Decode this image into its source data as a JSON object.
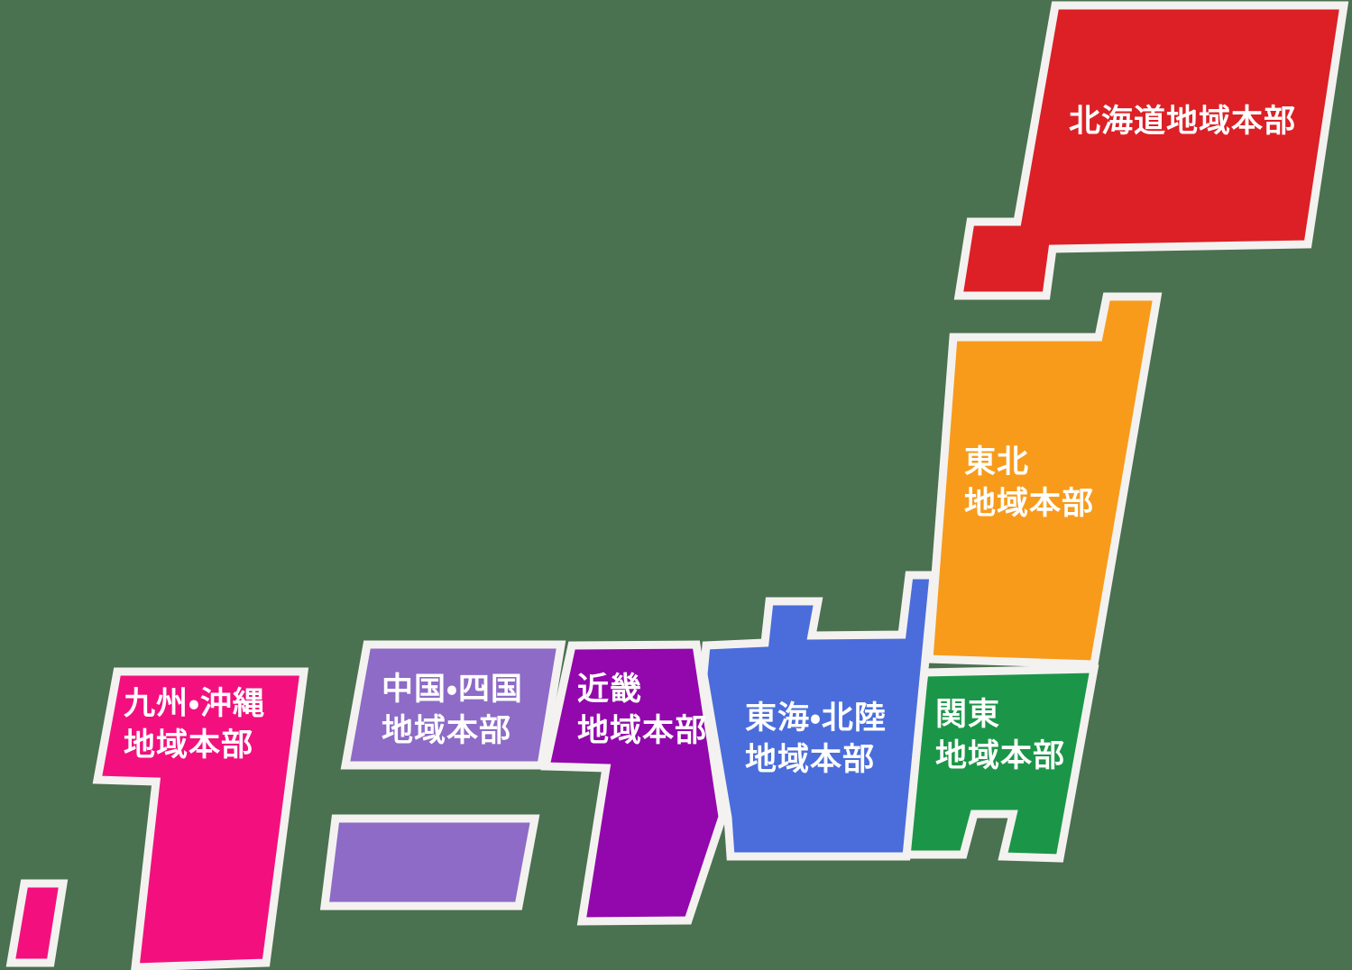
{
  "page": {
    "background_color": "#4A7150",
    "region_outline_color": "#F4F2F0",
    "label_text_color": "#FFFFFF"
  },
  "map": {
    "regions": [
      {
        "id": "hokkaido",
        "lines": [
          "北海道地域本部"
        ],
        "color": "#DC2026"
      },
      {
        "id": "tohoku",
        "lines": [
          "東北",
          "地域本部"
        ],
        "color": "#F89B1B"
      },
      {
        "id": "kanto",
        "lines": [
          "関東",
          "地域本部"
        ],
        "color": "#1B9648"
      },
      {
        "id": "tokai-hokuriku",
        "lines": [
          "東海・北陸",
          "地域本部"
        ],
        "color": "#4A6DDB"
      },
      {
        "id": "kinki",
        "lines": [
          "近畿",
          "地域本部"
        ],
        "color": "#9208AC"
      },
      {
        "id": "chugoku-shikoku",
        "lines": [
          "中国・四国",
          "地域本部"
        ],
        "color": "#8D6BC7"
      },
      {
        "id": "kyushu-okinawa",
        "lines": [
          "九州・沖縄",
          "地域本部"
        ],
        "color": "#F3107E"
      }
    ]
  }
}
